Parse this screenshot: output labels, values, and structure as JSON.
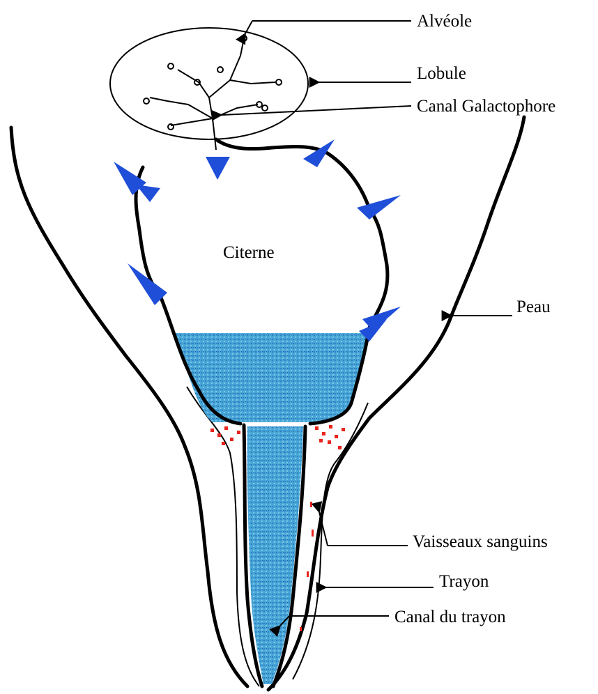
{
  "labels": {
    "alveole": "Alvéole",
    "lobule": "Lobule",
    "canal_galactophore": "Canal Galactophore",
    "citerne": "Citerne",
    "peau": "Peau",
    "vaisseaux": "Vaisseaux sanguins",
    "trayon": "Trayon",
    "canal_trayon": "Canal du trayon"
  },
  "colors": {
    "milk": "#4aa8d8",
    "arrow": "#1f4fd8",
    "vessels": "#e8241c",
    "outline": "#000000"
  },
  "icons": {
    "milk_flow": "arrow-down-icon"
  }
}
